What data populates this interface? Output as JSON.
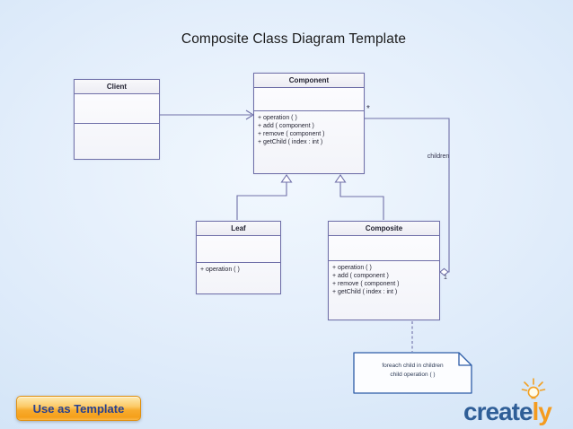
{
  "title": "Composite Class Diagram Template",
  "classes": {
    "client": {
      "name": "Client"
    },
    "component": {
      "name": "Component",
      "ops": [
        "+ operation ( )",
        "+ add ( component )",
        "+ remove ( component )",
        "+ getChild ( index : int )"
      ]
    },
    "leaf": {
      "name": "Leaf",
      "ops": [
        "+ operation ( )"
      ]
    },
    "composite": {
      "name": "Composite",
      "ops": [
        "+ operation ( )",
        "+ add ( component )",
        "+ remove ( component )",
        "+ getChild ( index : int )"
      ]
    }
  },
  "note": {
    "line1": "foreach child in children",
    "line2": "child operation ( )"
  },
  "labels": {
    "children": "children",
    "star": "*",
    "one": "1"
  },
  "button": {
    "label": "Use as Template"
  },
  "logo": {
    "blue": "create",
    "orange": "ly"
  },
  "colors": {
    "class_border": "#6f6fa8",
    "connector": "#7070a8",
    "note_border": "#2d5da8",
    "button_orange": "#f5a01b",
    "button_text": "#27418f",
    "logo_blue": "#2f5e97",
    "logo_orange": "#f49b20",
    "background_edge": "#cfe2f6"
  }
}
